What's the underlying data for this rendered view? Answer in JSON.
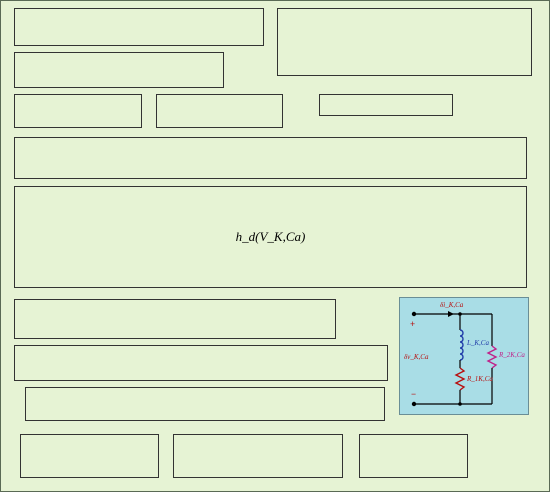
{
  "equations": {
    "m": "",
    "h": "",
    "Ca": "",
    "a11": "",
    "a12": "",
    "b11": "",
    "b12": "",
    "hd": "h_d(V_K,Ca)",
    "md": "",
    "mdd": "",
    "mddd": "",
    "L": "",
    "R1": "",
    "R2": ""
  },
  "circuit": {
    "current_label": "δi_K,Ca",
    "voltage_label": "δv_K,Ca",
    "inductor_label": "L_K,Ca",
    "resistor1_label": "R_1K,Ca",
    "resistor2_label": "R_2K,Ca",
    "plus_sign": "+",
    "minus_sign": "−",
    "colors": {
      "inductor": "#1f3aa8",
      "resistor1": "#b80f0f",
      "resistor2": "#c0218a",
      "wire": "#000000",
      "background": "#a9dde6"
    }
  }
}
